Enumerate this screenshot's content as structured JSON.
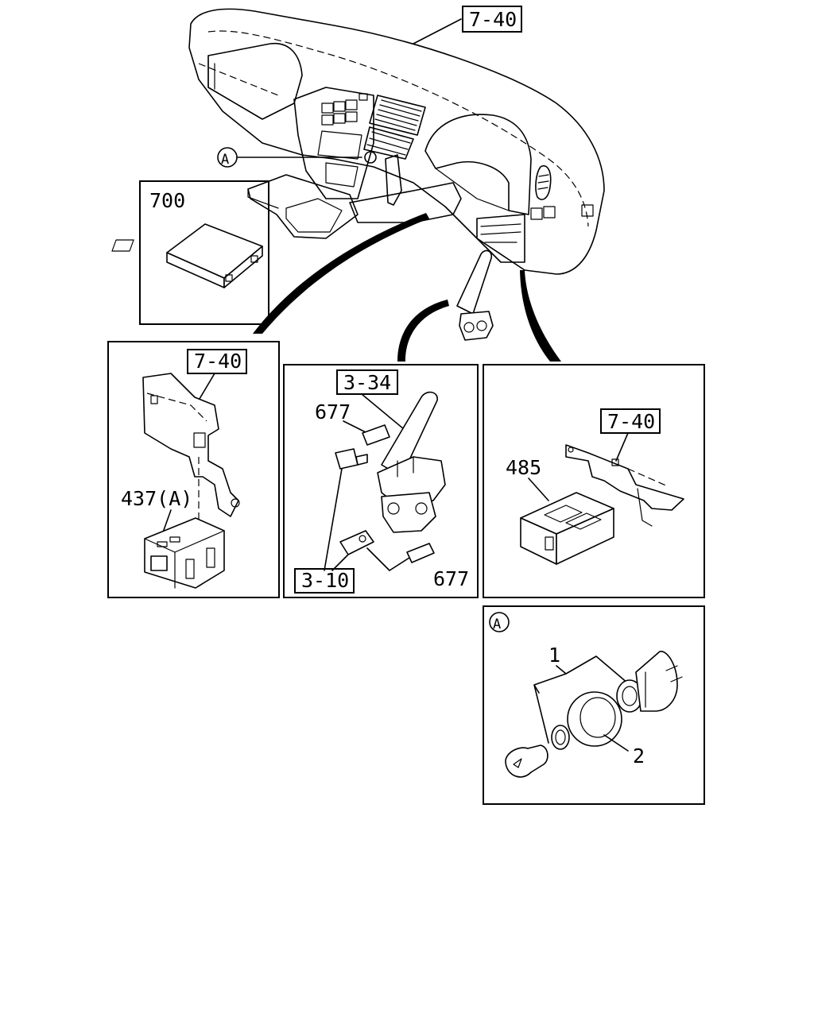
{
  "callouts": {
    "top_ref": "7-40",
    "detail_a_marker": "A",
    "part_700": "700",
    "left_ref": "7-40",
    "part_437": "437(A)",
    "mid_ref_top": "3-34",
    "part_677_top": "677",
    "mid_ref_bottom": "3-10",
    "part_677_bottom": "677",
    "right_ref": "7-40",
    "part_485": "485",
    "detail_a_label": "A",
    "part_1": "1",
    "part_2": "2"
  }
}
